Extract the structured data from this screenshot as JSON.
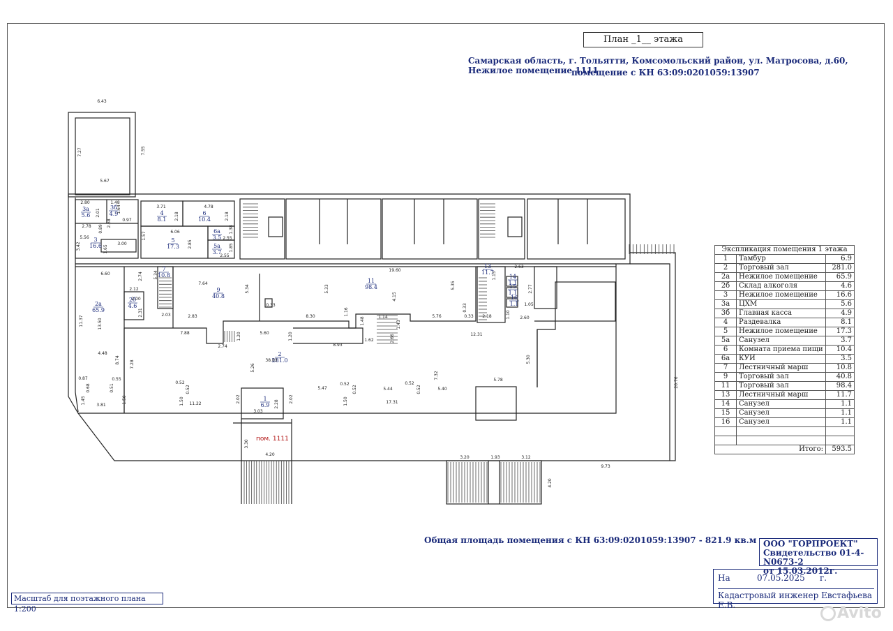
{
  "header": {
    "plan_title": "План _1__ этажа",
    "address_line1": "Самарская область, г. Тольятти, Комсомольский район, ул. Матросова, д.60, Нежилое помещение 1111",
    "address_line2": "помещение с КН 63:09:0201059:13907"
  },
  "explication": {
    "title": "Экспликация помещения 1 этажа",
    "rows": [
      {
        "num": "1",
        "name": "Тамбур",
        "area": "6.9"
      },
      {
        "num": "2",
        "name": "Торговый зал",
        "area": "281.0"
      },
      {
        "num": "2а",
        "name": "Нежилое помещение",
        "area": "65.9"
      },
      {
        "num": "2б",
        "name": "Склад алкоголя",
        "area": "4.6"
      },
      {
        "num": "3",
        "name": "Нежилое помещение",
        "area": "16.6"
      },
      {
        "num": "3а",
        "name": "ЦХМ",
        "area": "5.6"
      },
      {
        "num": "3б",
        "name": "Главная касса",
        "area": "4.9"
      },
      {
        "num": "4",
        "name": "Раздевалка",
        "area": "8.1"
      },
      {
        "num": "5",
        "name": "Нежилое помещение",
        "area": "17.3"
      },
      {
        "num": "5а",
        "name": "Санузел",
        "area": "3.7"
      },
      {
        "num": "6",
        "name": "Комната приема пищи",
        "area": "10.4"
      },
      {
        "num": "6а",
        "name": "КУИ",
        "area": "3.5"
      },
      {
        "num": "7",
        "name": "Лестничный марш",
        "area": "10.8"
      },
      {
        "num": "9",
        "name": "Торговый зал",
        "area": "40.8"
      },
      {
        "num": "11",
        "name": "Торговый зал",
        "area": "98.4"
      },
      {
        "num": "13",
        "name": "Лестничный марш",
        "area": "11.7"
      },
      {
        "num": "14",
        "name": "Санузел",
        "area": "1.1"
      },
      {
        "num": "15",
        "name": "Санузел",
        "area": "1.1"
      },
      {
        "num": "16",
        "name": "Санузел",
        "area": "1.1"
      }
    ],
    "total_label": "Итого:",
    "total_value": "593.5"
  },
  "footer": {
    "total_area": "Общая площадь помещения с КН 63:09:0201059:13907 - 821.9 кв.м",
    "org_name": "ООО \"ГОРПРОЕКТ\"",
    "org_cert": "Свидетельство 01-4-N0673-2",
    "org_date": "от 15.03.2012г.",
    "stamp_on": "На",
    "stamp_date": "07.05.2025",
    "stamp_year_suffix": "г.",
    "engineer": "Кадастровый инженер Евстафьева Е.В.",
    "scale": "Масштаб для поэтажного плана 1:200",
    "watermark": "Avito"
  },
  "plan": {
    "premises_label": "пом. 1111",
    "rooms": [
      {
        "num": "3а",
        "area": "5.6"
      },
      {
        "num": "3б",
        "area": "4.9"
      },
      {
        "num": "3",
        "area": "16.6"
      },
      {
        "num": "4",
        "area": "8.1"
      },
      {
        "num": "6",
        "area": "10.4"
      },
      {
        "num": "6а",
        "area": "3.5"
      },
      {
        "num": "5",
        "area": "17.3"
      },
      {
        "num": "5а",
        "area": "3.7"
      },
      {
        "num": "7",
        "area": "10.8"
      },
      {
        "num": "2а",
        "area": "65.9"
      },
      {
        "num": "2б",
        "area": "4.6"
      },
      {
        "num": "9",
        "area": "40.8"
      },
      {
        "num": "11",
        "area": "98.4"
      },
      {
        "num": "13",
        "area": "11.7"
      },
      {
        "num": "14",
        "area": "1.1"
      },
      {
        "num": "15",
        "area": "1.1"
      },
      {
        "num": "16",
        "area": "1.1"
      },
      {
        "num": "2",
        "area": "281.0"
      },
      {
        "num": "1",
        "area": "6.9"
      }
    ],
    "dimensions": [
      "6.43",
      "7.27",
      "7.55",
      "5.67",
      "2.80",
      "1.48",
      "2.01",
      "1.64",
      "2.78",
      "0.89",
      "0.97",
      "2.68",
      "3.42",
      "5.56",
      "3.00",
      "1.65",
      "3.71",
      "2.18",
      "4.78",
      "2.18",
      "6.06",
      "1.57",
      "2.85",
      "1.38",
      "1.85",
      "2.55",
      "2.55",
      "6.60",
      "2.74",
      "2.12",
      "2.00",
      "2.31",
      "2.03",
      "5.34",
      "7.64",
      "5.34",
      "0.33",
      "2.83",
      "19.60",
      "5.33",
      "4.15",
      "5.35",
      "0.33",
      "0.33",
      "2.18",
      "1.16",
      "8.30",
      "1.48",
      "1.14",
      "1.43",
      "5.76",
      "2.63",
      "1.15",
      "2.77",
      "1.10",
      "1.05",
      "2.60",
      "11.37",
      "13.50",
      "4.48",
      "8.74",
      "7.28",
      "7.88",
      "2.74",
      "1.20",
      "5.60",
      "1.20",
      "8.93",
      "1.62",
      "2.66",
      "12.31",
      "38.63",
      "5.26",
      "7.32",
      "5.30",
      "5.78",
      "0.87",
      "0.68",
      "0.51",
      "0.55",
      "1.50",
      "3.81",
      "1.45",
      "11.22",
      "0.52",
      "0.52",
      "1.50",
      "2.02",
      "3.03",
      "2.28",
      "2.02",
      "5.47",
      "0.52",
      "0.52",
      "1.50",
      "5.44",
      "0.52",
      "0.52",
      "5.40",
      "17.31",
      "3.30",
      "4.20",
      "3.20",
      "1.93",
      "3.12",
      "9.73",
      "4.20",
      "20.76"
    ]
  }
}
